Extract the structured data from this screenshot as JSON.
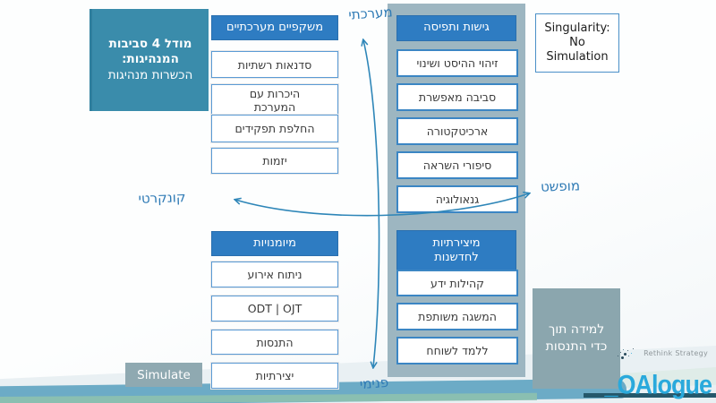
{
  "slide": {
    "model_box": {
      "title": "מודל 4 סביבות\nהמנהיגות:",
      "subtitle": "הכשרות מנהיגות"
    },
    "singularity_note": "Singularity:\nNo\nSimulation",
    "axis_labels": {
      "top": "מערכתי",
      "right": "מופשט",
      "left": "קונקרטי",
      "bottom": "פנימי"
    },
    "columns": {
      "systemic_lenses": {
        "header": "משקפיים מערכתיים",
        "items": [
          "סדנאות רשתיות",
          "היכרות עם\nהמערכת",
          "החלפת תפקידים",
          "יזמות"
        ]
      },
      "approaches_perception": {
        "header": "גישות ותפיסה",
        "items": [
          "זיהוי ההיסט ושינוי",
          "סביבה מאפשרת",
          "ארכיטקטורה",
          "סיפורי השראה",
          "גנאולוגיה"
        ]
      },
      "skills": {
        "header": "מיומנויות",
        "items": [
          "ניתוח אירוע",
          "ODT | OJT",
          "התנסות",
          "יצירתיות"
        ]
      },
      "creativity_to_innovation": {
        "header": "מיצירתיות\nלחדשנות",
        "items": [
          "קהילות ידע",
          "המשגה משותפת",
          "ללמד לשוחח"
        ]
      }
    },
    "experiential_box": "למידה תוך\nכדי התנסות",
    "simulate_button": "Simulate",
    "logo": {
      "brand": "_OAlogue",
      "tagline": "Rethink Strategy"
    },
    "colors": {
      "header_blue": "#2e7cc2",
      "teal_box": "#3a8cab",
      "panel_gray": "#9db6c1",
      "muted_gray_box": "#8ba6ae",
      "axis_text_blue": "#2e7ab5",
      "arrow_blue": "#2e86b8",
      "logo_blue": "#2aa9dc",
      "wave_blue": "#6cabc6"
    }
  }
}
